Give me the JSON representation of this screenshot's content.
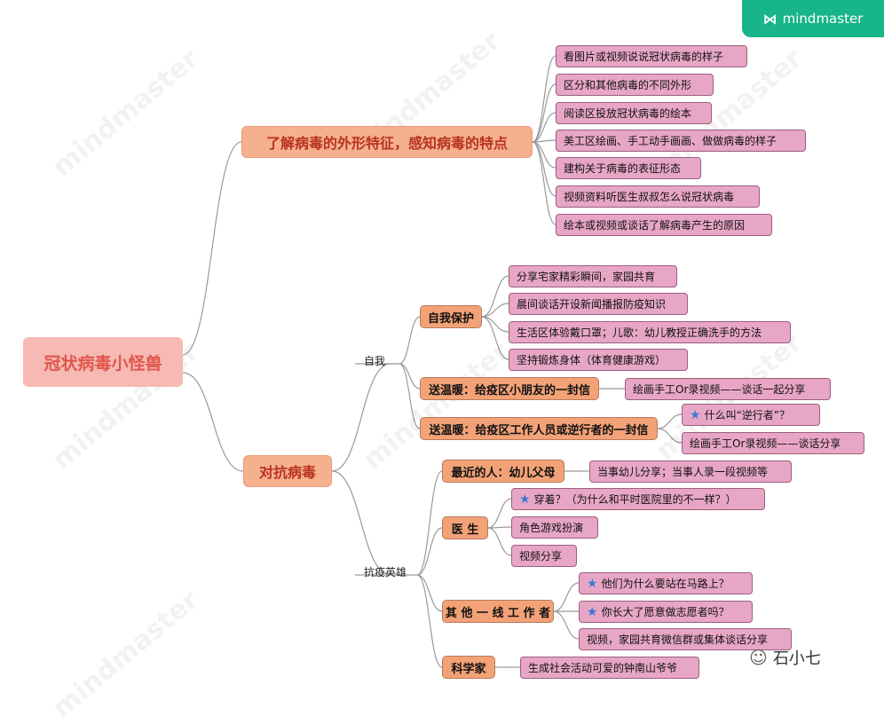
{
  "brand": {
    "name": "mindmaster",
    "watermark": "mindmaster"
  },
  "account": {
    "name": "石小七"
  },
  "root": {
    "label": "冠状病毒小怪兽"
  },
  "branch1": {
    "label": "了解病毒的外形特征，感知病毒的特点",
    "leaves": [
      "看图片或视频说说冠状病毒的样子",
      "区分和其他病毒的不同外形",
      "阅读区投放冠状病毒的绘本",
      "美工区绘画、手工动手画画、做做病毒的样子",
      "建构关于病毒的表征形态",
      "视频资料听医生叔叔怎么说冠状病毒",
      "绘本或视频或谈话了解病毒产生的原因"
    ]
  },
  "branch2": {
    "label": "对抗病毒",
    "self": {
      "label": "自我",
      "protect": {
        "label": "自我保护",
        "leaves": [
          "分享宅家精彩瞬间，家园共育",
          "晨间谈话开设新闻播报防疫知识",
          "生活区体验戴口罩；儿歌：幼儿教授正确洗手的方法",
          "坚持锻炼身体（体育健康游戏）"
        ]
      },
      "letter_kids": {
        "label": "送温暖：给疫区小朋友的一封信",
        "leaf": "绘画手工Or录视频——谈话一起分享"
      },
      "letter_workers": {
        "label": "送温暖：给疫区工作人员或逆行者的一封信",
        "leaves": [
          "什么叫“逆行者”？",
          "绘画手工Or录视频——谈话分享"
        ]
      }
    },
    "heroes": {
      "label": "抗疫英雄",
      "parents": {
        "label": "最近的人：幼儿父母",
        "leaf": "当事幼儿分享；当事人录一段视频等"
      },
      "doctor": {
        "label": "医 生",
        "leaves": [
          "穿着？（为什么和平时医院里的不一样？）",
          "角色游戏扮演",
          "视频分享"
        ]
      },
      "frontline": {
        "label": "其 他 一 线 工 作 者",
        "leaves": [
          "他们为什么要站在马路上？",
          "你长大了愿意做志愿者吗？",
          "视频，家园共育微信群或集体谈话分享"
        ]
      },
      "scientist": {
        "label": "科学家",
        "leaf": "生成社会活动可爱的钟南山爷爷"
      }
    }
  },
  "colors": {
    "line": "#9a9a9a",
    "brand": "#18b48a",
    "star": "#3a78d6"
  }
}
